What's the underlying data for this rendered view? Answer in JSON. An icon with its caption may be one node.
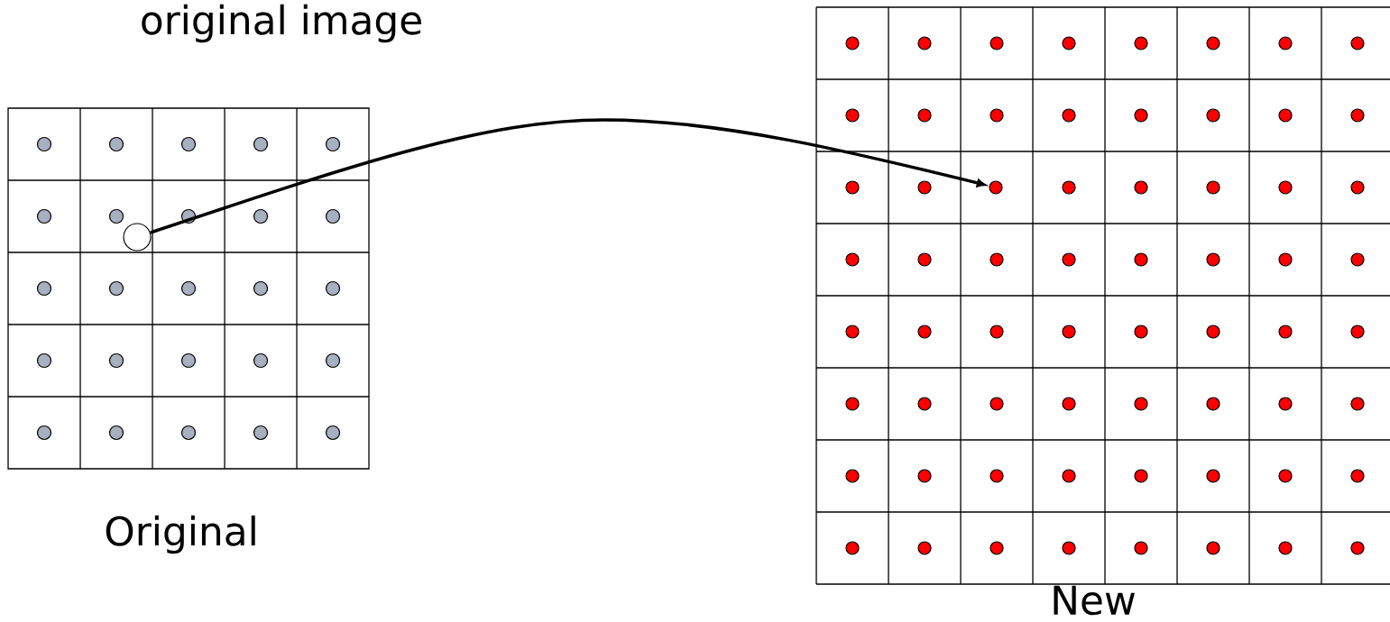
{
  "diagram": {
    "nodes": [
      {
        "text": [],
        "shape": "circle"
      },
      {
        "text": [],
        "shape": "circle"
      }
    ],
    "edges": [
      {
        "from": 0,
        "to": 1,
        "arrow": "to"
      }
    ],
    "labels": [
      "original image",
      "Original",
      "New"
    ]
  }
}
